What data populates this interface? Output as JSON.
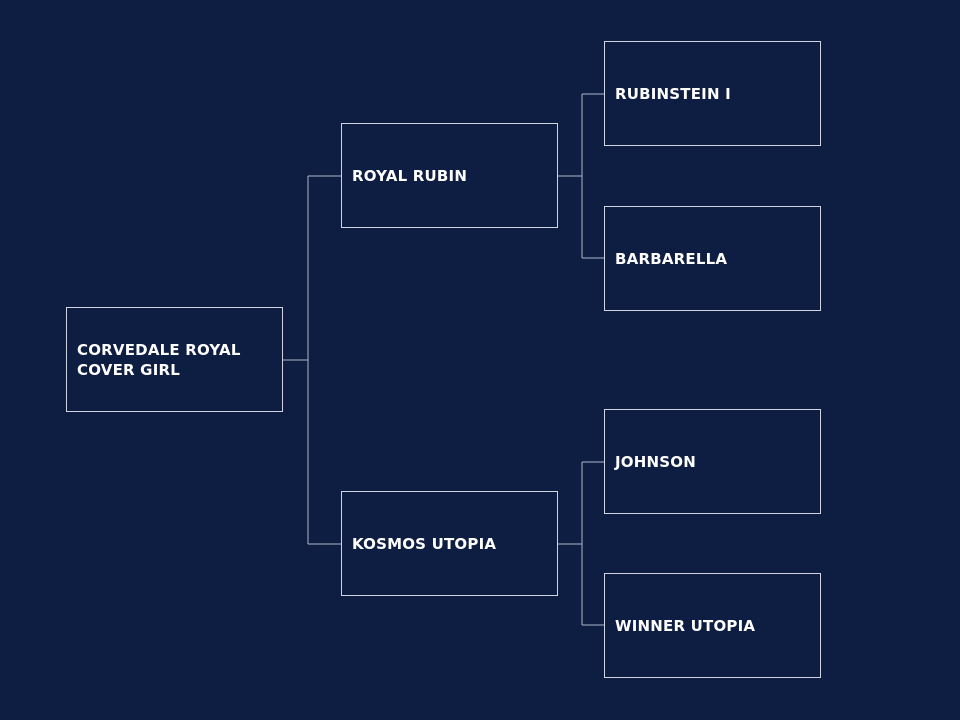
{
  "pedigree": {
    "subject": {
      "name": "CORVEDALE ROYAL\nCOVER GIRL"
    },
    "sire": {
      "name": "ROYAL RUBIN",
      "sire": {
        "name": "RUBINSTEIN I"
      },
      "dam": {
        "name": "BARBARELLA"
      }
    },
    "dam": {
      "name": "KOSMOS UTOPIA",
      "sire": {
        "name": "JOHNSON"
      },
      "dam": {
        "name": "WINNER UTOPIA"
      }
    }
  },
  "colors": {
    "background": "#0e1d42",
    "box_border": "#cfd4de",
    "connector": "#aeb6c8",
    "text": "#ffffff"
  }
}
